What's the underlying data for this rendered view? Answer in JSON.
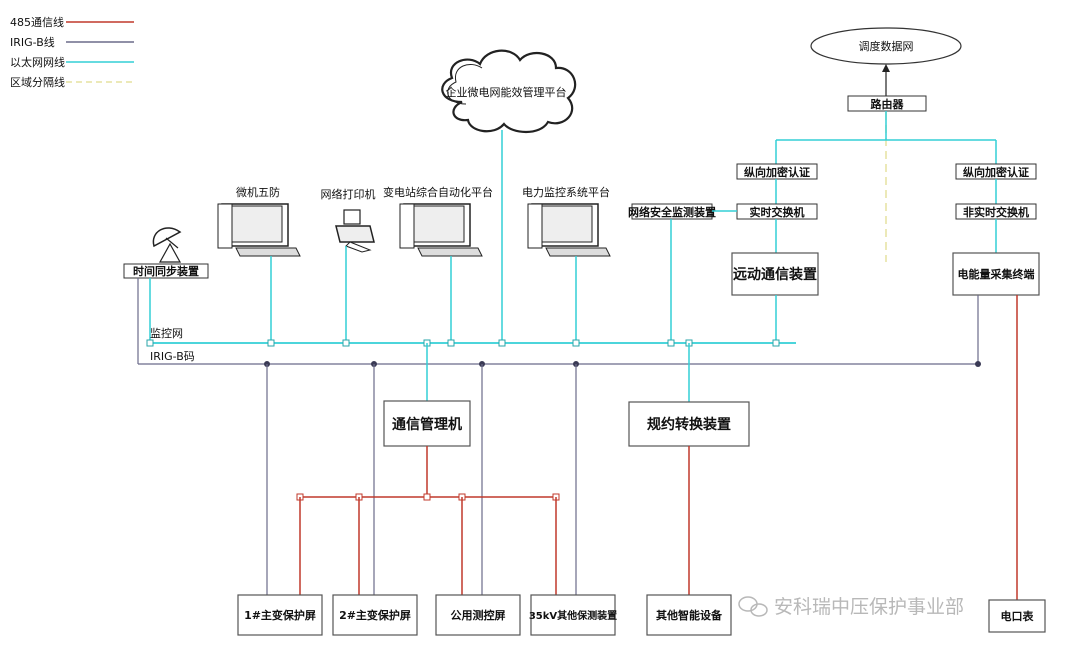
{
  "colors": {
    "rs485": "#c0392b",
    "irigb": "#6b6b8a",
    "ethernet": "#33cfd6",
    "zone_divider": "#e6e2a0",
    "node": "#3a3a55",
    "watermark": "#b8b8b8"
  },
  "legend": {
    "rs485": "485通信线",
    "irigb": "IRIG-B线",
    "ethernet": "以太网网线",
    "zone": "区域分隔线"
  },
  "cloud": {
    "label": "企业微电网能效管理平台"
  },
  "dispatch": {
    "label": "调度数据网"
  },
  "router": {
    "label": "路由器"
  },
  "left_chain": {
    "encrypt": "纵向加密认证",
    "switch": "实时交换机",
    "rtu": "远动通信装置"
  },
  "right_chain": {
    "encrypt": "纵向加密认证",
    "switch": "非实时交换机",
    "meter": "电能量采集终端"
  },
  "network_monitor": {
    "label": "网络安全监测装置"
  },
  "computers": [
    {
      "label": "微机五防",
      "icon": "computer-icon"
    },
    {
      "label": "网络打印机",
      "icon": "printer-icon"
    },
    {
      "label": "变电站综合自动化平台",
      "icon": "computer-icon"
    },
    {
      "label": "电力监控系统平台",
      "icon": "computer-icon"
    }
  ],
  "time_sync": {
    "label": "时间同步装置",
    "icon": "satellite-dish-icon"
  },
  "bus_labels": {
    "monitor_net": "监控网",
    "irigb": "IRIG-B码"
  },
  "comm_manager": {
    "label": "通信管理机"
  },
  "protocol_converter": {
    "label": "规约转换装置"
  },
  "bottom_devices": [
    {
      "label": "1#主变保护屏"
    },
    {
      "label": "2#主变保护屏"
    },
    {
      "label": "公用测控屏"
    },
    {
      "label": "35kV其他保测装置"
    },
    {
      "label": "其他智能设备"
    },
    {
      "label": "电口表"
    }
  ],
  "watermark": {
    "text": "安科瑞中压保护事业部",
    "icon": "wechat-icon"
  }
}
